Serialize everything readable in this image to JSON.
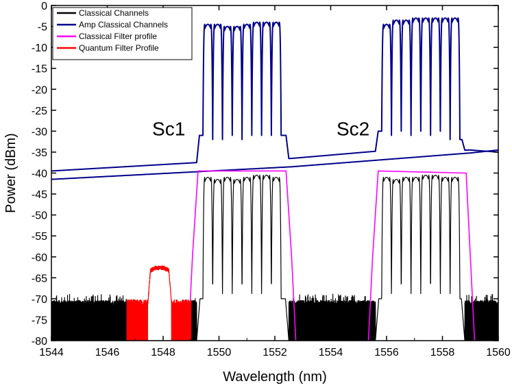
{
  "chart_data": {
    "type": "line",
    "xlabel": "Wavelength (nm)",
    "ylabel": "Power (dBm)",
    "xlim": [
      1544,
      1560
    ],
    "ylim": [
      -80,
      0
    ],
    "x_ticks": [
      "1544",
      "1546",
      "1548",
      "1550",
      "1552",
      "1554",
      "1556",
      "1558",
      "1560"
    ],
    "y_ticks": [
      "0",
      "-5",
      "-10",
      "-15",
      "-20",
      "-25",
      "-30",
      "-35",
      "-40",
      "-45",
      "-50",
      "-55",
      "-60",
      "-65",
      "-70",
      "-75",
      "-80"
    ],
    "grid": false,
    "legend_position": "top-left",
    "annotations": [
      {
        "text": "Sc1",
        "x": 1548.2,
        "y": -31
      },
      {
        "text": "Sc2",
        "x": 1554.8,
        "y": -31
      }
    ],
    "series": [
      {
        "name": "Classical Channels",
        "color": "#000000",
        "noise_floor": -71,
        "band_starts_nm": [
          1549.2,
          1555.6
        ],
        "band_ends_nm": [
          1552.5,
          1558.8
        ],
        "channel_centers_nm": [
          1549.6,
          1549.95,
          1550.3,
          1550.65,
          1551.0,
          1551.35,
          1551.7,
          1552.05,
          1556.0,
          1556.35,
          1556.7,
          1557.05,
          1557.4,
          1557.75,
          1558.1,
          1558.45
        ],
        "channel_peaks_dBm": [
          -41,
          -41.5,
          -41,
          -41.5,
          -41,
          -40.5,
          -40.5,
          -41,
          -41,
          -41.5,
          -41,
          -41,
          -40.5,
          -40.5,
          -41,
          -41
        ],
        "channel_troughs_dBm": [
          -70,
          -70,
          -70,
          -70,
          -70,
          -70,
          -70,
          -70,
          -70,
          -70,
          -70,
          -70,
          -70,
          -70,
          -70,
          -70
        ]
      },
      {
        "name": "Amp Classical Channels",
        "color": "#00008b",
        "baseline": {
          "x": [
            1544,
            1549.2,
            1552.6,
            1555.6,
            1559.0,
            1560
          ],
          "y": [
            -39.5,
            -37.5,
            -36.5,
            -34.8,
            -34.5,
            -35
          ]
        },
        "baseline_2": {
          "x": [
            1544,
            1552.6,
            1559.0,
            1560
          ],
          "y": [
            -41.5,
            -38.5,
            -35.2,
            -34.5
          ]
        },
        "band_starts_nm": [
          1549.2,
          1555.6
        ],
        "band_ends_nm": [
          1552.5,
          1558.8
        ],
        "channel_centers_nm": [
          1549.6,
          1549.95,
          1550.3,
          1550.65,
          1551.0,
          1551.35,
          1551.7,
          1552.05,
          1556.0,
          1556.35,
          1556.7,
          1557.05,
          1557.4,
          1557.75,
          1558.1,
          1558.45
        ],
        "channel_peaks_dBm": [
          -4.5,
          -4.5,
          -5,
          -5,
          -4.5,
          -4,
          -4,
          -4,
          -4.5,
          -3.5,
          -3.5,
          -3,
          -3,
          -3,
          -3,
          -3
        ],
        "channel_troughs_dBm": [
          -31,
          -32,
          -32,
          -31,
          -32,
          -31,
          -31,
          -31,
          -30,
          -31,
          -30,
          -31,
          -30,
          -31,
          -30,
          -32
        ]
      },
      {
        "name": "Classical Filter profile",
        "color": "#ff00ff",
        "x": [
          1548.9,
          1549.05,
          1549.25,
          1552.4,
          1552.6,
          1552.75,
          1555.35,
          1555.5,
          1555.7,
          1558.85,
          1559.0,
          1559.15
        ],
        "y": [
          -80,
          -60,
          -39.5,
          -39.5,
          -60,
          -80,
          -80,
          -60,
          -39.5,
          -40,
          -60,
          -80
        ]
      },
      {
        "name": "Quantum Filter Profile",
        "color": "#ff0000",
        "noise_region_nm": [
          1546.7,
          1549.0
        ],
        "noise_level_dBm": -71,
        "passband_nm": [
          1547.45,
          1548.3
        ],
        "passband_peak_dBm": -62.5
      }
    ]
  }
}
